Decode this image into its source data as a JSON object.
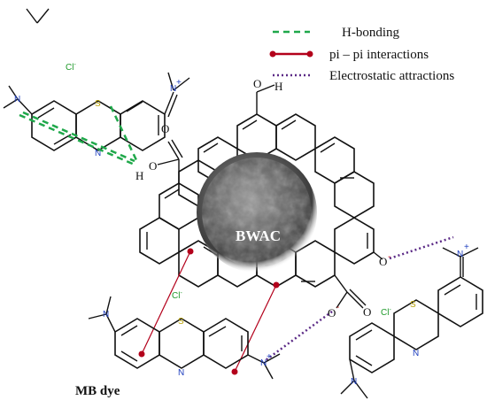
{
  "legend": {
    "h_bonding": "H-bonding",
    "pi_pi": "pi – pi interactions",
    "electrostatic": "Electrostatic attractions"
  },
  "colors": {
    "h_bond": "#1fa84a",
    "pi_pi": "#b3001b",
    "electrostatic": "#5b2a86",
    "oxygen": "#d21f1f",
    "nitrogen": "#1f3fbf",
    "sulfur": "#b8a000",
    "chloride": "#1f9a2a"
  },
  "center": {
    "label": "BWAC"
  },
  "caption": "MB dye",
  "atoms": {
    "S": "S",
    "N": "N",
    "N_plus": "N",
    "plus": "+",
    "O": "O",
    "H": "H",
    "O_minus": "O",
    "minus": "-",
    "Cl": "Cl",
    "Cl_minus": "-"
  }
}
